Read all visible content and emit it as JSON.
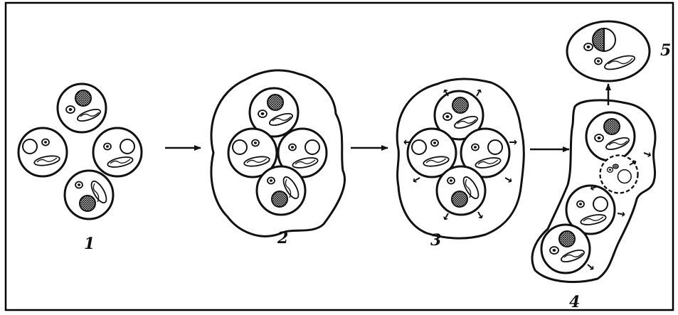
{
  "colors": {
    "ink": "#111111",
    "paper": "#ffffff",
    "frame": "#000000"
  },
  "stages": [
    {
      "id": "stage-1",
      "label": "1"
    },
    {
      "id": "stage-2",
      "label": "2"
    },
    {
      "id": "stage-3",
      "label": "3"
    },
    {
      "id": "stage-4",
      "label": "4"
    },
    {
      "id": "stage-5",
      "label": "5"
    }
  ],
  "arrows": [
    {
      "from": "stage-1",
      "to": "stage-2"
    },
    {
      "from": "stage-2",
      "to": "stage-3"
    },
    {
      "from": "stage-3",
      "to": "stage-4"
    },
    {
      "from": "stage-4",
      "to": "stage-5"
    }
  ]
}
